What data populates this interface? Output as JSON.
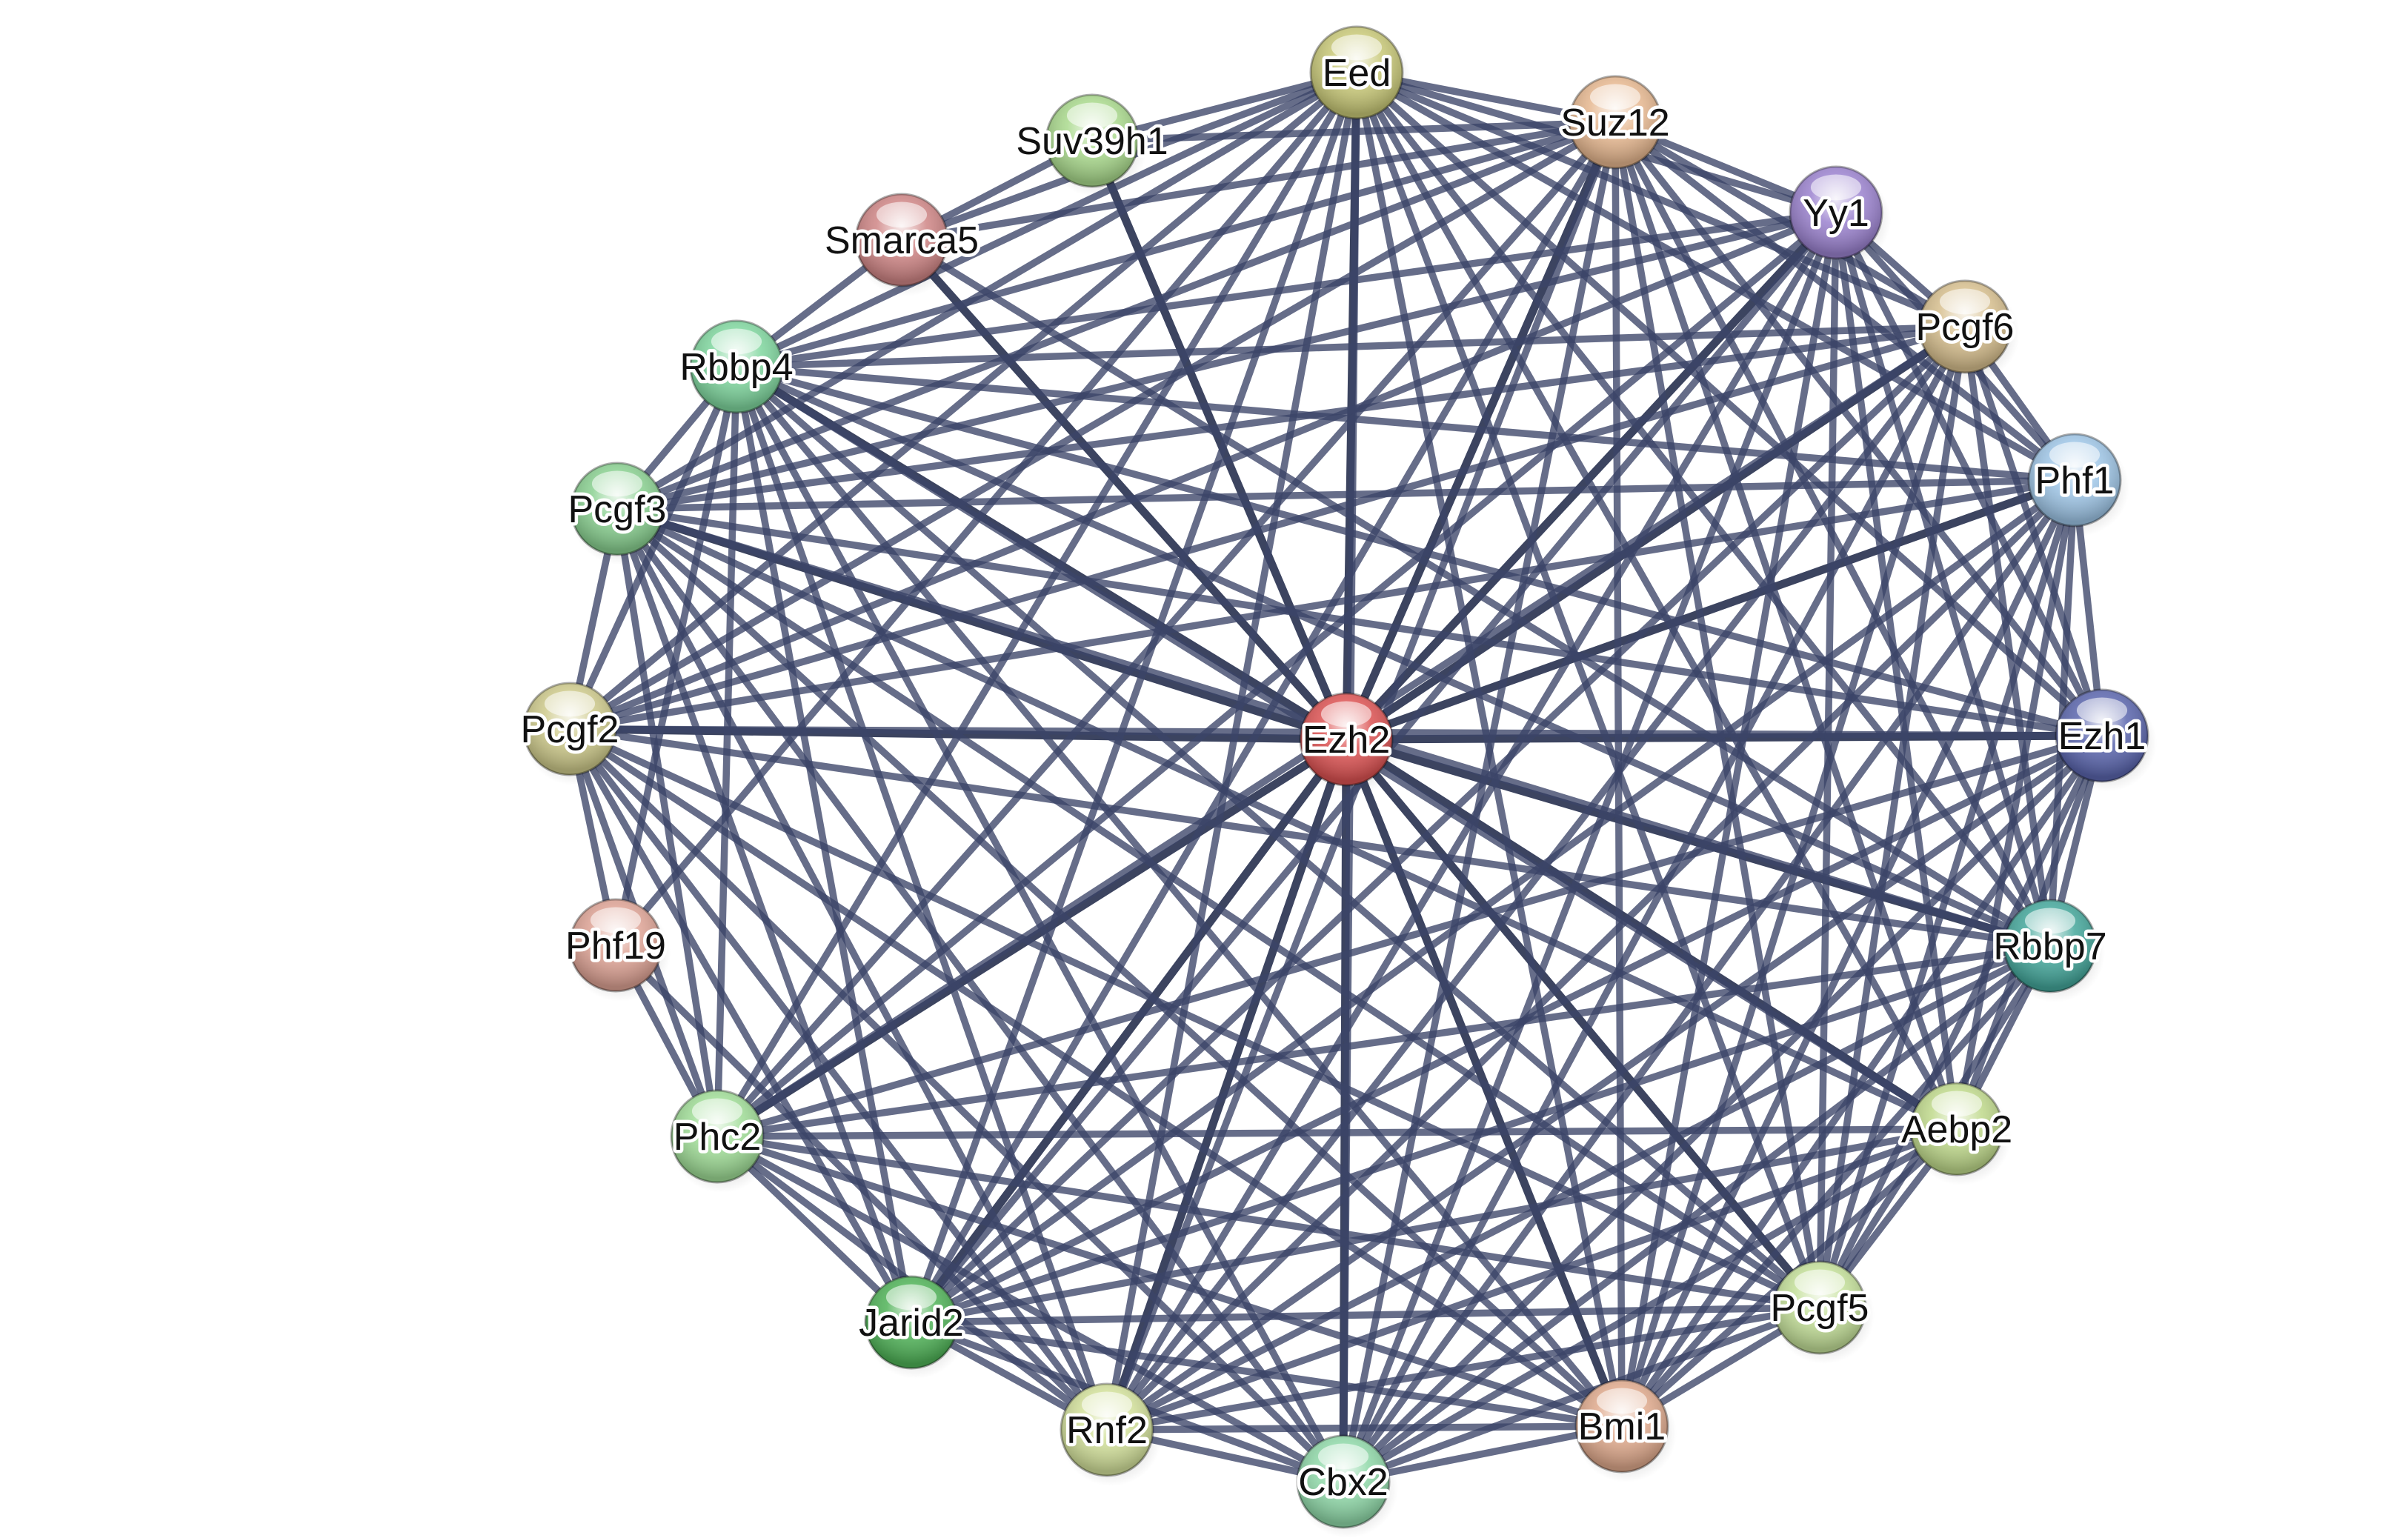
{
  "nodes": [
    {
      "id": "Eed",
      "label": "Eed",
      "color": "#c8c877"
    },
    {
      "id": "Suz12",
      "label": "Suz12",
      "color": "#e6b78f"
    },
    {
      "id": "Yy1",
      "label": "Yy1",
      "color": "#9b82cf"
    },
    {
      "id": "Pcgf6",
      "label": "Pcgf6",
      "color": "#d7bf8e"
    },
    {
      "id": "Phf1",
      "label": "Phf1",
      "color": "#9ec5e6"
    },
    {
      "id": "Ezh1",
      "label": "Ezh1",
      "color": "#5a65ad"
    },
    {
      "id": "Rbbp7",
      "label": "Rbbp7",
      "color": "#44a79b"
    },
    {
      "id": "Aebp2",
      "label": "Aebp2",
      "color": "#bfd98b"
    },
    {
      "id": "Pcgf5",
      "label": "Pcgf5",
      "color": "#c3df98"
    },
    {
      "id": "Bmi1",
      "label": "Bmi1",
      "color": "#dfa98c"
    },
    {
      "id": "Cbx2",
      "label": "Cbx2",
      "color": "#8fd8a8"
    },
    {
      "id": "Rnf2",
      "label": "Rnf2",
      "color": "#d2e09a"
    },
    {
      "id": "Jarid2",
      "label": "Jarid2",
      "color": "#4fb257"
    },
    {
      "id": "Phc2",
      "label": "Phc2",
      "color": "#9fdc96"
    },
    {
      "id": "Phf19",
      "label": "Phf19",
      "color": "#dda294"
    },
    {
      "id": "Pcgf2",
      "label": "Pcgf2",
      "color": "#cdc98a"
    },
    {
      "id": "Pcgf3",
      "label": "Pcgf3",
      "color": "#89d090"
    },
    {
      "id": "Rbbp4",
      "label": "Rbbp4",
      "color": "#7fd69e"
    },
    {
      "id": "Smarca5",
      "label": "Smarca5",
      "color": "#cf8585"
    },
    {
      "id": "Suv39h1",
      "label": "Suv39h1",
      "color": "#a9d98c"
    },
    {
      "id": "Ezh2",
      "label": "Ezh2",
      "color": "#dc5252"
    }
  ],
  "edges": [
    [
      "Ezh2",
      "Eed"
    ],
    [
      "Ezh2",
      "Suz12"
    ],
    [
      "Ezh2",
      "Yy1"
    ],
    [
      "Ezh2",
      "Pcgf6"
    ],
    [
      "Ezh2",
      "Phf1"
    ],
    [
      "Ezh2",
      "Ezh1"
    ],
    [
      "Ezh2",
      "Rbbp7"
    ],
    [
      "Ezh2",
      "Aebp2"
    ],
    [
      "Ezh2",
      "Pcgf5"
    ],
    [
      "Ezh2",
      "Bmi1"
    ],
    [
      "Ezh2",
      "Cbx2"
    ],
    [
      "Ezh2",
      "Rnf2"
    ],
    [
      "Ezh2",
      "Jarid2"
    ],
    [
      "Ezh2",
      "Phc2"
    ],
    [
      "Ezh2",
      "Pcgf2"
    ],
    [
      "Ezh2",
      "Pcgf3"
    ],
    [
      "Ezh2",
      "Rbbp4"
    ],
    [
      "Ezh2",
      "Smarca5"
    ],
    [
      "Ezh2",
      "Suv39h1"
    ],
    [
      "Eed",
      "Suz12"
    ],
    [
      "Eed",
      "Yy1"
    ],
    [
      "Eed",
      "Pcgf6"
    ],
    [
      "Eed",
      "Phf1"
    ],
    [
      "Eed",
      "Ezh1"
    ],
    [
      "Eed",
      "Rbbp7"
    ],
    [
      "Eed",
      "Aebp2"
    ],
    [
      "Eed",
      "Pcgf5"
    ],
    [
      "Eed",
      "Bmi1"
    ],
    [
      "Eed",
      "Cbx2"
    ],
    [
      "Eed",
      "Rnf2"
    ],
    [
      "Eed",
      "Jarid2"
    ],
    [
      "Eed",
      "Phc2"
    ],
    [
      "Eed",
      "Pcgf2"
    ],
    [
      "Eed",
      "Pcgf3"
    ],
    [
      "Eed",
      "Rbbp4"
    ],
    [
      "Eed",
      "Smarca5"
    ],
    [
      "Eed",
      "Suv39h1"
    ],
    [
      "Suz12",
      "Yy1"
    ],
    [
      "Suz12",
      "Pcgf6"
    ],
    [
      "Suz12",
      "Phf1"
    ],
    [
      "Suz12",
      "Ezh1"
    ],
    [
      "Suz12",
      "Rbbp7"
    ],
    [
      "Suz12",
      "Aebp2"
    ],
    [
      "Suz12",
      "Pcgf5"
    ],
    [
      "Suz12",
      "Bmi1"
    ],
    [
      "Suz12",
      "Cbx2"
    ],
    [
      "Suz12",
      "Rnf2"
    ],
    [
      "Suz12",
      "Jarid2"
    ],
    [
      "Suz12",
      "Phc2"
    ],
    [
      "Suz12",
      "Pcgf2"
    ],
    [
      "Suz12",
      "Pcgf3"
    ],
    [
      "Suz12",
      "Rbbp4"
    ],
    [
      "Suz12",
      "Smarca5"
    ],
    [
      "Suz12",
      "Suv39h1"
    ],
    [
      "Yy1",
      "Pcgf6"
    ],
    [
      "Yy1",
      "Phf1"
    ],
    [
      "Yy1",
      "Ezh1"
    ],
    [
      "Yy1",
      "Rbbp7"
    ],
    [
      "Yy1",
      "Aebp2"
    ],
    [
      "Yy1",
      "Pcgf5"
    ],
    [
      "Yy1",
      "Bmi1"
    ],
    [
      "Yy1",
      "Cbx2"
    ],
    [
      "Yy1",
      "Rnf2"
    ],
    [
      "Yy1",
      "Jarid2"
    ],
    [
      "Yy1",
      "Phc2"
    ],
    [
      "Yy1",
      "Pcgf2"
    ],
    [
      "Yy1",
      "Pcgf3"
    ],
    [
      "Yy1",
      "Rbbp4"
    ],
    [
      "Pcgf6",
      "Phf1"
    ],
    [
      "Pcgf6",
      "Ezh1"
    ],
    [
      "Pcgf6",
      "Rbbp7"
    ],
    [
      "Pcgf6",
      "Pcgf5"
    ],
    [
      "Pcgf6",
      "Bmi1"
    ],
    [
      "Pcgf6",
      "Cbx2"
    ],
    [
      "Pcgf6",
      "Rnf2"
    ],
    [
      "Pcgf6",
      "Jarid2"
    ],
    [
      "Pcgf6",
      "Phc2"
    ],
    [
      "Pcgf6",
      "Pcgf2"
    ],
    [
      "Pcgf6",
      "Pcgf3"
    ],
    [
      "Pcgf6",
      "Rbbp4"
    ],
    [
      "Phf1",
      "Ezh1"
    ],
    [
      "Phf1",
      "Rbbp7"
    ],
    [
      "Phf1",
      "Aebp2"
    ],
    [
      "Phf1",
      "Pcgf5"
    ],
    [
      "Phf1",
      "Bmi1"
    ],
    [
      "Phf1",
      "Cbx2"
    ],
    [
      "Phf1",
      "Rnf2"
    ],
    [
      "Phf1",
      "Jarid2"
    ],
    [
      "Phf1",
      "Pcgf2"
    ],
    [
      "Phf1",
      "Pcgf3"
    ],
    [
      "Phf1",
      "Rbbp4"
    ],
    [
      "Ezh1",
      "Rbbp7"
    ],
    [
      "Ezh1",
      "Aebp2"
    ],
    [
      "Ezh1",
      "Pcgf5"
    ],
    [
      "Ezh1",
      "Bmi1"
    ],
    [
      "Ezh1",
      "Cbx2"
    ],
    [
      "Ezh1",
      "Rnf2"
    ],
    [
      "Ezh1",
      "Jarid2"
    ],
    [
      "Ezh1",
      "Phc2"
    ],
    [
      "Ezh1",
      "Pcgf2"
    ],
    [
      "Ezh1",
      "Pcgf3"
    ],
    [
      "Ezh1",
      "Rbbp4"
    ],
    [
      "Rbbp7",
      "Aebp2"
    ],
    [
      "Rbbp7",
      "Pcgf5"
    ],
    [
      "Rbbp7",
      "Bmi1"
    ],
    [
      "Rbbp7",
      "Cbx2"
    ],
    [
      "Rbbp7",
      "Rnf2"
    ],
    [
      "Rbbp7",
      "Jarid2"
    ],
    [
      "Rbbp7",
      "Phc2"
    ],
    [
      "Rbbp7",
      "Pcgf2"
    ],
    [
      "Rbbp7",
      "Pcgf3"
    ],
    [
      "Rbbp7",
      "Rbbp4"
    ],
    [
      "Rbbp7",
      "Smarca5"
    ],
    [
      "Aebp2",
      "Pcgf5"
    ],
    [
      "Aebp2",
      "Bmi1"
    ],
    [
      "Aebp2",
      "Cbx2"
    ],
    [
      "Aebp2",
      "Rnf2"
    ],
    [
      "Aebp2",
      "Jarid2"
    ],
    [
      "Aebp2",
      "Phc2"
    ],
    [
      "Aebp2",
      "Pcgf3"
    ],
    [
      "Aebp2",
      "Rbbp4"
    ],
    [
      "Pcgf5",
      "Bmi1"
    ],
    [
      "Pcgf5",
      "Cbx2"
    ],
    [
      "Pcgf5",
      "Rnf2"
    ],
    [
      "Pcgf5",
      "Jarid2"
    ],
    [
      "Pcgf5",
      "Phc2"
    ],
    [
      "Pcgf5",
      "Pcgf2"
    ],
    [
      "Pcgf5",
      "Pcgf3"
    ],
    [
      "Pcgf5",
      "Rbbp4"
    ],
    [
      "Bmi1",
      "Cbx2"
    ],
    [
      "Bmi1",
      "Rnf2"
    ],
    [
      "Bmi1",
      "Jarid2"
    ],
    [
      "Bmi1",
      "Phc2"
    ],
    [
      "Bmi1",
      "Pcgf2"
    ],
    [
      "Bmi1",
      "Pcgf3"
    ],
    [
      "Bmi1",
      "Rbbp4"
    ],
    [
      "Cbx2",
      "Rnf2"
    ],
    [
      "Cbx2",
      "Jarid2"
    ],
    [
      "Cbx2",
      "Phc2"
    ],
    [
      "Cbx2",
      "Pcgf2"
    ],
    [
      "Cbx2",
      "Pcgf3"
    ],
    [
      "Cbx2",
      "Rbbp4"
    ],
    [
      "Rnf2",
      "Jarid2"
    ],
    [
      "Rnf2",
      "Phc2"
    ],
    [
      "Rnf2",
      "Pcgf2"
    ],
    [
      "Rnf2",
      "Pcgf3"
    ],
    [
      "Rnf2",
      "Rbbp4"
    ],
    [
      "Rnf2",
      "Phf19"
    ],
    [
      "Jarid2",
      "Phc2"
    ],
    [
      "Jarid2",
      "Pcgf2"
    ],
    [
      "Jarid2",
      "Pcgf3"
    ],
    [
      "Jarid2",
      "Rbbp4"
    ],
    [
      "Phc2",
      "Pcgf2"
    ],
    [
      "Phc2",
      "Pcgf3"
    ],
    [
      "Phc2",
      "Rbbp4"
    ],
    [
      "Phc2",
      "Phf19"
    ],
    [
      "Phf19",
      "Pcgf2"
    ],
    [
      "Phf19",
      "Rbbp4"
    ],
    [
      "Phf19",
      "Eed"
    ],
    [
      "Pcgf2",
      "Pcgf3"
    ],
    [
      "Pcgf2",
      "Rbbp4"
    ],
    [
      "Pcgf3",
      "Rbbp4"
    ],
    [
      "Rbbp4",
      "Smarca5"
    ],
    [
      "Smarca5",
      "Suv39h1"
    ]
  ]
}
